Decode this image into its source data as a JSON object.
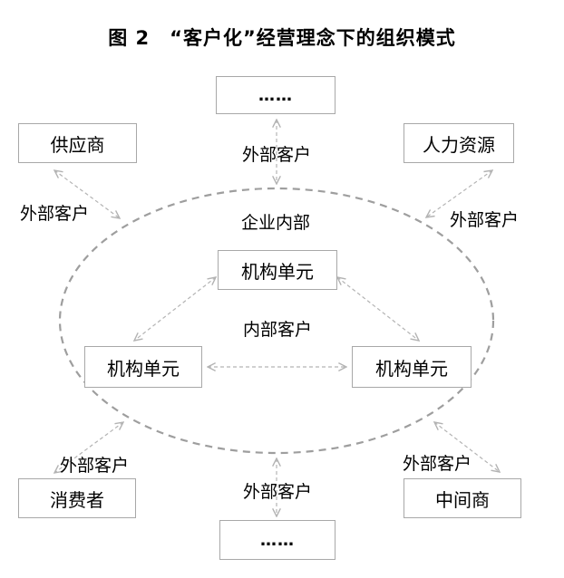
{
  "title": "图 2　“客户化”经营理念下的组织模式",
  "boxes": {
    "top_dots": "……",
    "supplier": "供应商",
    "hr": "人力资源",
    "unit_top": "机构单元",
    "unit_left": "机构单元",
    "unit_right": "机构单元",
    "consumer": "消费者",
    "middleman": "中间商",
    "bottom_dots": "……"
  },
  "labels": {
    "external_top": "外部客户",
    "external_left": "外部客户",
    "external_right": "外部客户",
    "inside_enterprise": "企业内部",
    "internal_customer": "内部客户",
    "external_bottom_left": "外部客户",
    "external_bottom_center": "外部客户",
    "external_bottom_right": "外部客户"
  },
  "colors": {
    "box_border": "#a8a8a8",
    "ellipse_stroke": "#9e9e9e",
    "arrow_stroke": "#b3b3b3",
    "text": "#000000",
    "background": "#ffffff"
  }
}
